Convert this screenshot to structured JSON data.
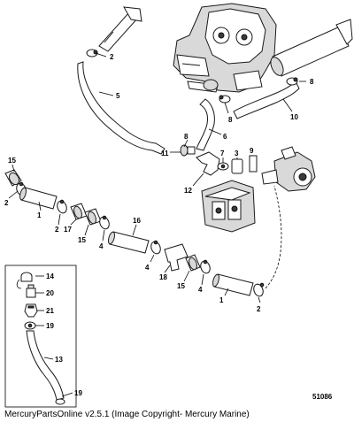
{
  "callouts": {
    "c5": "5",
    "c2a": "2",
    "c8a": "8",
    "c8b": "8",
    "c8c": "8",
    "c10": "10",
    "c6": "6",
    "c11": "11",
    "c7": "7",
    "c3": "3",
    "c9": "9",
    "c12": "12",
    "c15a": "15",
    "c2b": "2",
    "c1a": "1",
    "c2c": "2",
    "c17": "17",
    "c15b": "15",
    "c4a": "4",
    "c16": "16",
    "c4b": "4",
    "c18": "18",
    "c15c": "15",
    "c4c": "4",
    "c1b": "1",
    "c2d": "2",
    "c14": "14",
    "c20": "20",
    "c21": "21",
    "c19a": "19",
    "c13": "13",
    "c19b": "19"
  },
  "figure_number": "51086",
  "caption": "MercuryPartsOnline v2.5.1 (Image Copyright- Mercury Marine)"
}
